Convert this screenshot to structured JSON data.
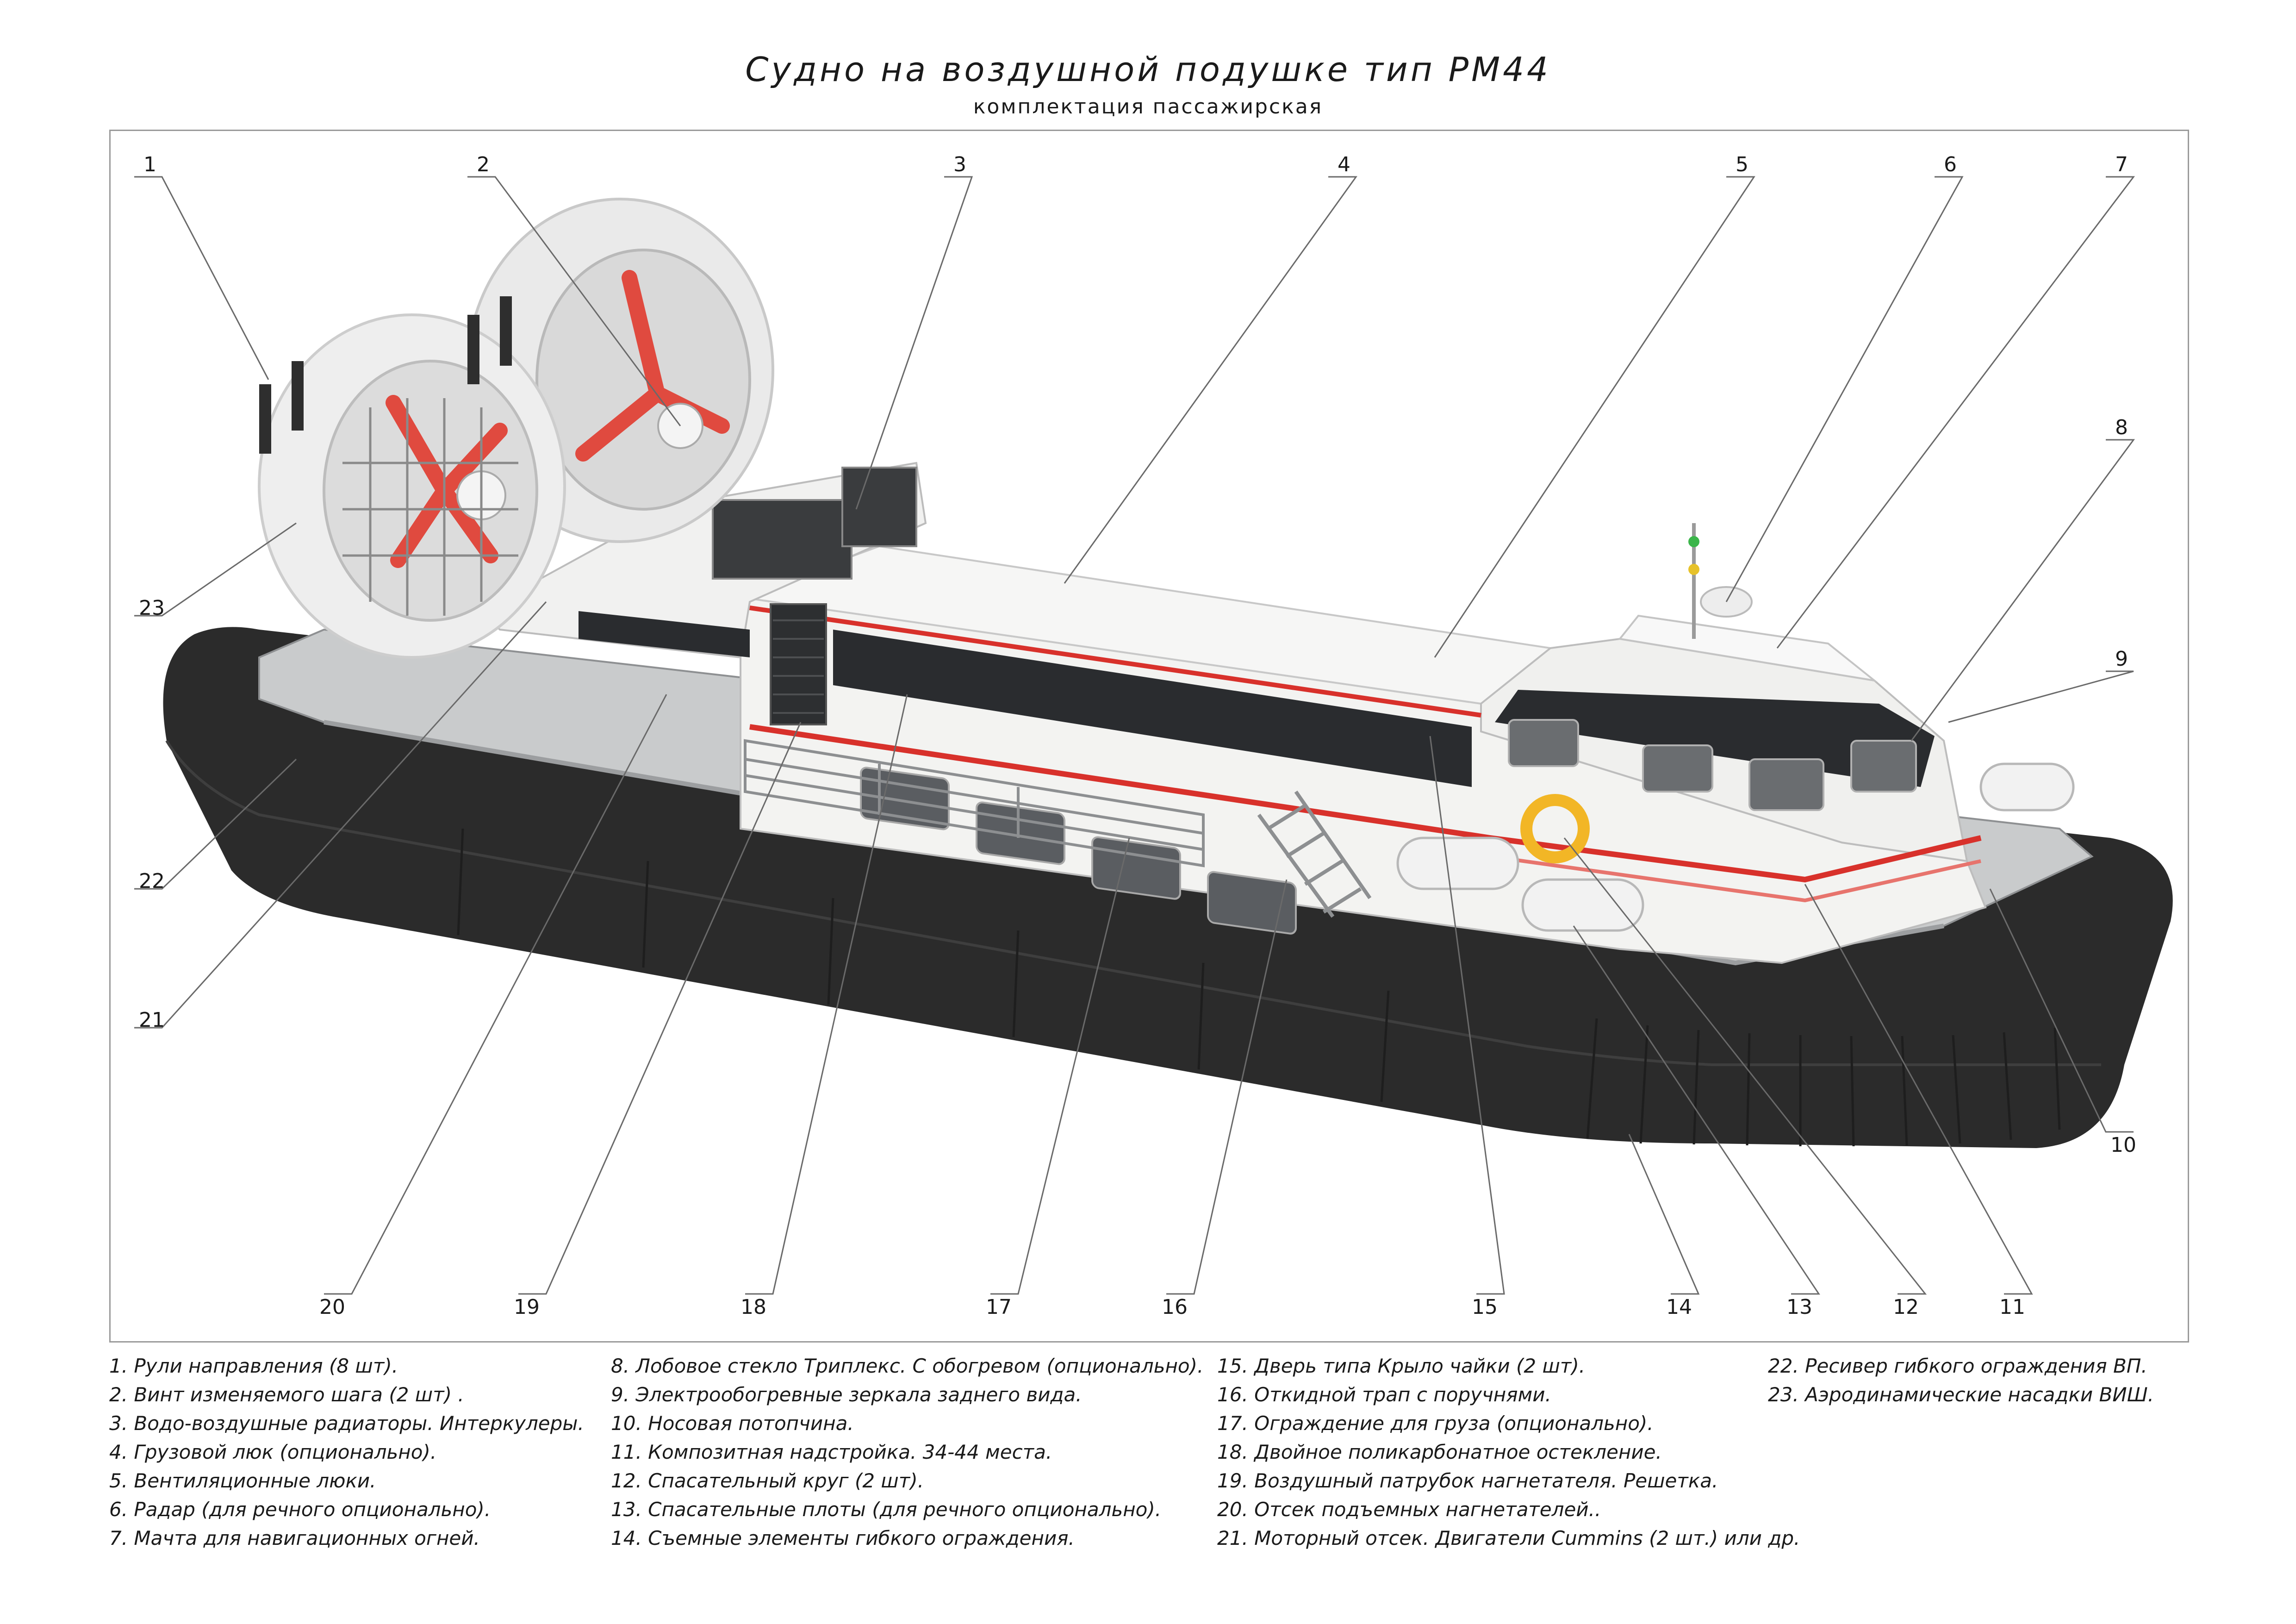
{
  "title": "Судно на воздушной подушке тип РМ44",
  "subtitle": "комплектация пассажирская",
  "colors": {
    "skirt": "#2b2b2b",
    "hull_white": "#f3f3f1",
    "deck_grey": "#c9cbcc",
    "window_dark": "#2a2c2f",
    "accent_red": "#d8312b",
    "propeller_red": "#e04a3f",
    "leader_line": "#6a6a6a",
    "frame": "#9a9a9a"
  },
  "callouts": [
    "1",
    "2",
    "3",
    "4",
    "5",
    "6",
    "7",
    "8",
    "9",
    "10",
    "11",
    "12",
    "13",
    "14",
    "15",
    "16",
    "17",
    "18",
    "19",
    "20",
    "21",
    "22",
    "23"
  ],
  "legend": {
    "col1": [
      "1.  Рули направления (8 шт).",
      "2. Винт изменяемого шага (2 шт) .",
      "3. Водо-воздушные радиаторы. Интеркулеры.",
      "4. Грузовой люк (опционально).",
      "5. Вентиляционные люки.",
      "6. Радар (для речного опционально).",
      "7. Мачта для навигационных огней."
    ],
    "col2": [
      "8. Лобовое стекло Триплекс. С обогревом (опционально).",
      "9. Электрообогревные зеркала заднего вида.",
      "10. Носовая потопчина.",
      "11. Композитная надстройка. 34-44 места.",
      "12. Спасательный круг (2 шт).",
      "13. Спасательные плоты (для речного опционально).",
      "14. Съемные элементы гибкого ограждения."
    ],
    "col3": [
      "15. Дверь типа Крыло чайки (2 шт).",
      "16. Откидной трап с поручнями.",
      "17. Ограждение для груза (опционально).",
      "18. Двойное поликарбонатное остекление.",
      "19. Воздушный патрубок нагнетателя. Решетка.",
      "20. Отсек подъемных нагнетателей..",
      "21. Моторный отсек. Двигатели Cummins (2 шт.) или др."
    ],
    "col4": [
      "22. Ресивер гибкого ограждения ВП.",
      "23. Аэродинамические насадки ВИШ."
    ]
  }
}
